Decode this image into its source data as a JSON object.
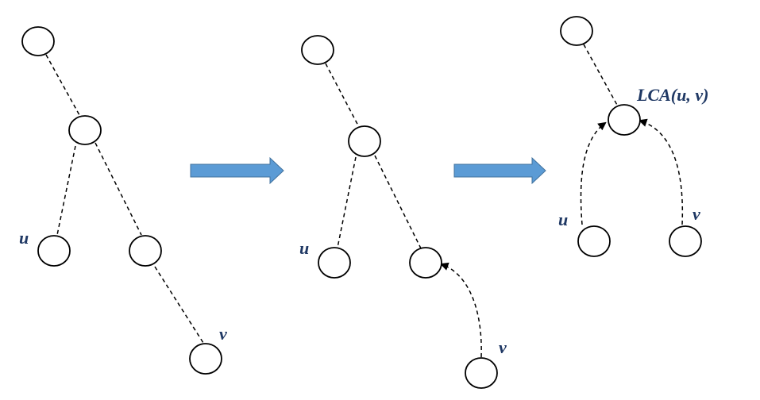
{
  "labels": {
    "u": "u",
    "v": "v",
    "lca": "LCA(u, v)"
  },
  "colors": {
    "node_stroke": "#000000",
    "label_text": "#1f3864",
    "arrow_fill": "#5b9bd5",
    "arrow_stroke": "#41719c"
  },
  "icons": {
    "step_arrow": "right-block-arrow"
  }
}
